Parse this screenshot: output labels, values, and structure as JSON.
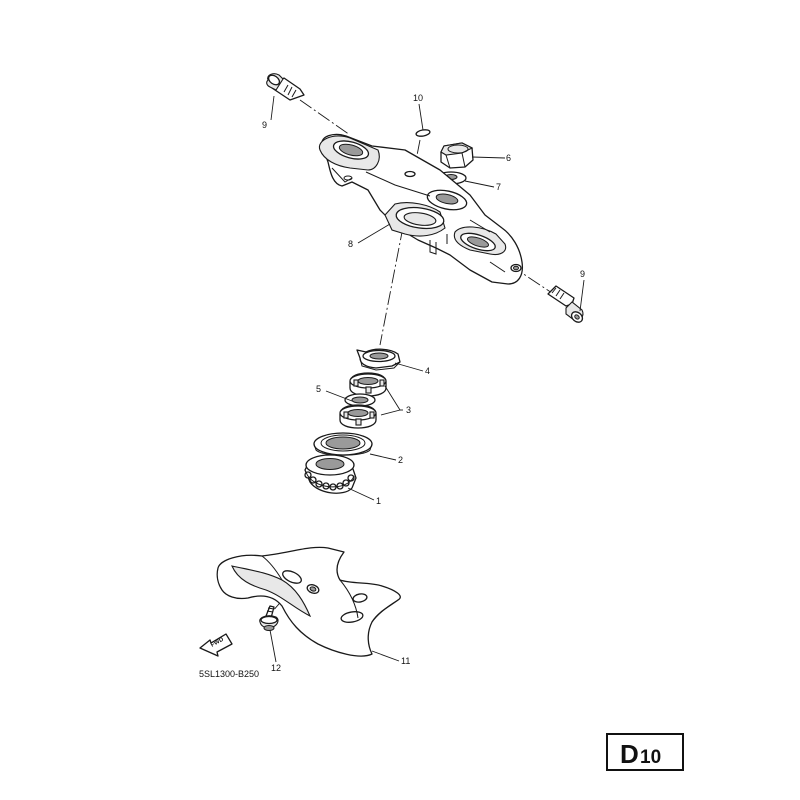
{
  "diagram": {
    "figure_code": "5SL1300-B250",
    "page_badge": {
      "letter": "D",
      "number": "10"
    },
    "forward_arrow_label": "FWD",
    "callouts": [
      {
        "id": "c1",
        "label": "1"
      },
      {
        "id": "c2",
        "label": "2"
      },
      {
        "id": "c3",
        "label": "3"
      },
      {
        "id": "c4",
        "label": "4"
      },
      {
        "id": "c5",
        "label": "5"
      },
      {
        "id": "c6",
        "label": "6"
      },
      {
        "id": "c7",
        "label": "7"
      },
      {
        "id": "c8",
        "label": "8"
      },
      {
        "id": "c9a",
        "label": "9"
      },
      {
        "id": "c9b",
        "label": "9"
      },
      {
        "id": "c10",
        "label": "10"
      },
      {
        "id": "c11",
        "label": "11"
      },
      {
        "id": "c12",
        "label": "12"
      }
    ]
  }
}
